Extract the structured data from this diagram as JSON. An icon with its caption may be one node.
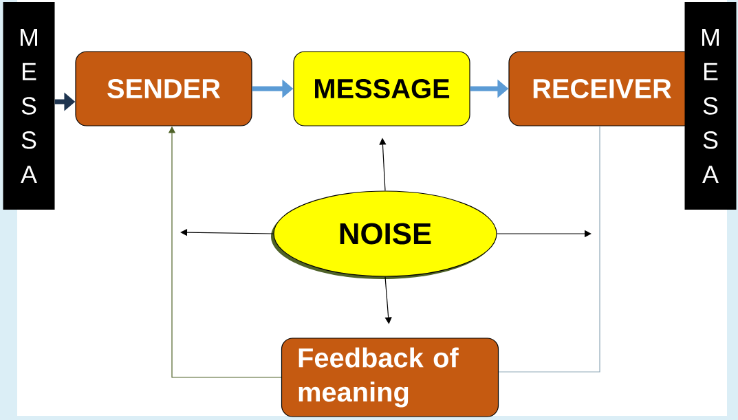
{
  "diagram": {
    "nodes": [
      {
        "text": [
          "M E S S A"
        ]
      },
      {
        "text": [
          "SENDER"
        ]
      },
      {
        "text": [
          "MESSAGE"
        ]
      },
      {
        "text": [
          "RECEIVER"
        ]
      },
      {
        "text": [
          "M E S S A"
        ]
      },
      {
        "text": [
          "NOISE"
        ]
      },
      {
        "text": [
          "Feedback of meaning"
        ]
      }
    ],
    "edges": [
      {
        "from": 0,
        "to": 1,
        "arrow": "to",
        "style": "thick",
        "color": "#1f3550"
      },
      {
        "from": 1,
        "to": 2,
        "arrow": "to",
        "style": "thick",
        "color": "#5b9bd5"
      },
      {
        "from": 2,
        "to": 3,
        "arrow": "to",
        "style": "thick",
        "color": "#5b9bd5"
      },
      {
        "from": 5,
        "to": 2,
        "arrow": "to"
      },
      {
        "from": 5,
        "to": null,
        "arrow": "to"
      },
      {
        "from": 5,
        "to": null,
        "arrow": "to"
      },
      {
        "from": 5,
        "to": 6,
        "arrow": "to"
      },
      {
        "from": 3,
        "to": 6,
        "arrow": "none",
        "color": "#8fa9b8"
      },
      {
        "from": 6,
        "to": 1,
        "arrow": "to",
        "color": "#4f6228"
      }
    ]
  }
}
